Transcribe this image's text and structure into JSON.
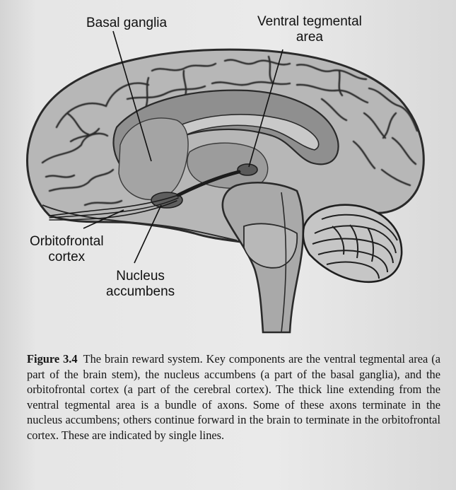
{
  "labels": {
    "basal_ganglia": "Basal ganglia",
    "vta_line1": "Ventral tegmental",
    "vta_line2": "area",
    "ofc_line1": "Orbitofrontal",
    "ofc_line2": "cortex",
    "nacc_line1": "Nucleus",
    "nacc_line2": "accumbens"
  },
  "caption": {
    "figure_label": "Figure 3.4",
    "text": "The brain reward system. Key components are the ventral tegmental area (a part of the brain stem), the nucleus accumbens (a part of the basal ganglia), and the orbitofrontal cortex (a part of the cerebral cortex). The thick line extending from the ventral tegmental area is a bundle of axons. Some of these axons terminate in the nucleus accumbens; others continue forward in the brain to terminate in the orbitofrontal cortex. These are indicated by single lines."
  }
}
